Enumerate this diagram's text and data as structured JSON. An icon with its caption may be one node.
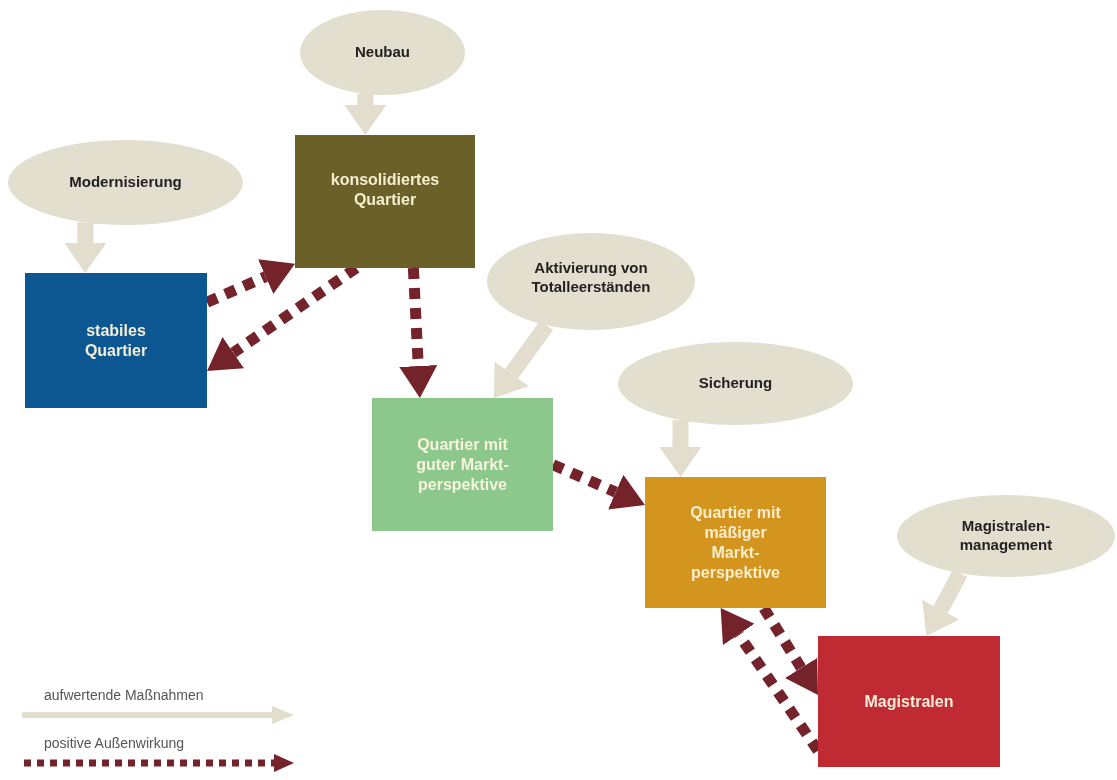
{
  "diagram": {
    "nodes": [
      {
        "text": [
          "Neubau"
        ]
      },
      {
        "text": [
          "Modernisierung"
        ]
      },
      {
        "text": [
          "konsolidiertes Quartier"
        ]
      },
      {
        "text": [
          "stabiles Quartier"
        ]
      },
      {
        "text": [
          "Aktivierung von Totalleerständen"
        ]
      },
      {
        "text": [
          "Quartier mit guter Markt-perspektive"
        ]
      },
      {
        "text": [
          "Sicherung"
        ]
      },
      {
        "text": [
          "Quartier mit mäßiger Markt-perspektive"
        ]
      },
      {
        "text": [
          "Magistralen-management"
        ]
      },
      {
        "text": [
          "Magistralen"
        ]
      }
    ],
    "edges": [
      {
        "from": 0,
        "to": 2,
        "arrow": "to",
        "color": "#e2ddcc"
      },
      {
        "from": 1,
        "to": 3,
        "arrow": "to",
        "color": "#e2ddcc"
      },
      {
        "from": 3,
        "to": 2,
        "arrow": "to",
        "style": "dashed",
        "color": "#74232a"
      },
      {
        "from": 2,
        "to": 3,
        "arrow": "to",
        "style": "dashed",
        "color": "#74232a"
      },
      {
        "from": 2,
        "to": 5,
        "arrow": "to",
        "style": "dashed",
        "color": "#74232a"
      },
      {
        "from": 4,
        "to": 5,
        "arrow": "to",
        "color": "#e2ddcc"
      },
      {
        "from": 5,
        "to": 7,
        "arrow": "to",
        "style": "dashed",
        "color": "#74232a"
      },
      {
        "from": 6,
        "to": 7,
        "arrow": "to",
        "color": "#e2ddcc"
      },
      {
        "from": 8,
        "to": 9,
        "arrow": "to",
        "color": "#e2ddcc"
      },
      {
        "from": 7,
        "to": 9,
        "arrow": "to",
        "style": "dashed",
        "color": "#74232a"
      },
      {
        "from": 9,
        "to": 7,
        "arrow": "to",
        "style": "dashed",
        "color": "#74232a"
      }
    ],
    "legend": [
      {
        "text": "aufwertende Maßnahmen"
      },
      {
        "text": "positive Außenwirkung"
      }
    ]
  }
}
